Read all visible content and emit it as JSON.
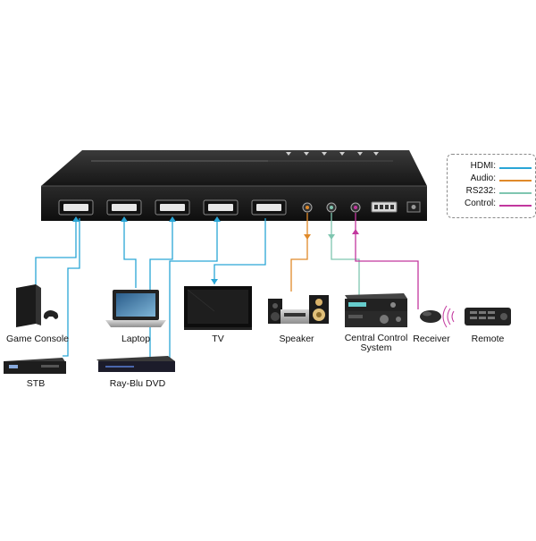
{
  "devices": {
    "game_console": "Game Console",
    "stb": "STB",
    "laptop": "Laptop",
    "bluray": "Ray-Blu DVD",
    "tv": "TV",
    "speaker": "Speaker",
    "central_control": "Central Control System",
    "receiver": "Receiver",
    "remote": "Remote"
  },
  "legend": {
    "hdmi": "HDMI:",
    "audio": "Audio:",
    "rs232": "RS232:",
    "control": "Control:"
  },
  "colors": {
    "hdmi": "#2aa6d6",
    "audio": "#e08a2a",
    "rs232": "#7fc6b0",
    "control": "#c2379e",
    "device_body": "#1c1c1c"
  }
}
